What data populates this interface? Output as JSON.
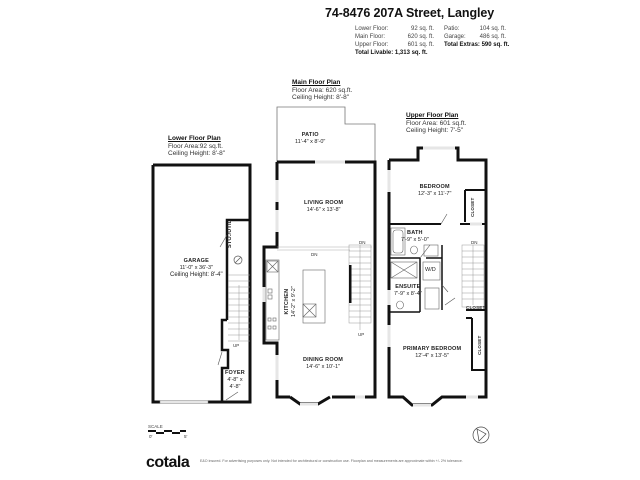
{
  "header": {
    "title": "74-8476 207A Street, Langley",
    "areas": {
      "lower_floor_label": "Lower Floor:",
      "lower_floor_value": "92 sq. ft.",
      "main_floor_label": "Main Floor:",
      "main_floor_value": "620 sq. ft.",
      "upper_floor_label": "Upper Floor:",
      "upper_floor_value": "601 sq. ft.",
      "patio_label": "Patio:",
      "patio_value": "104 sq. ft.",
      "garage_label": "Garage:",
      "garage_value": "486 sq. ft.",
      "total_extras": "Total Extras: 590 sq. ft.",
      "total_livable": "Total Livable: 1,313 sq. ft."
    }
  },
  "plans": {
    "lower": {
      "heading": "Lower Floor Plan",
      "area": "Floor Area:92 sq.ft.",
      "ceiling": "Ceiling Height: 8'-8\""
    },
    "main": {
      "heading": "Main Floor Plan",
      "area": "Floor Area: 620 sq.ft.",
      "ceiling": "Ceiling Height: 8'-8\""
    },
    "upper": {
      "heading": "Upper Floor Plan",
      "area": "Floor Area: 601 sq.ft.",
      "ceiling": "Ceiling Height: 7'-5\""
    }
  },
  "rooms": {
    "garage": {
      "name": "GARAGE",
      "dims": "11'-0\" x 36'-3\"",
      "ceiling": "Ceiling Height: 8'-4\""
    },
    "sto_util": {
      "name": "STO./UTIL"
    },
    "foyer": {
      "name": "FOYER",
      "dims1": "4'-8\" x",
      "dims2": "4'-8\""
    },
    "patio": {
      "name": "PATIO",
      "dims": "11'-4\" x 8'-0\""
    },
    "living_room": {
      "name": "LIVING ROOM",
      "dims": "14'-6\" x 13'-8\""
    },
    "kitchen": {
      "name": "KITCHEN",
      "dims": "14'-2\" x 9'-2\""
    },
    "dining_room": {
      "name": "DINING ROOM",
      "dims": "14'-6\" x 10'-1\""
    },
    "bedroom": {
      "name": "BEDROOM",
      "dims": "12'-3\" x 11'-7\""
    },
    "bath": {
      "name": "BATH",
      "dims": "7'-9\" x 5'-0\""
    },
    "wd": {
      "name": "W/D"
    },
    "ensuite": {
      "name": "ENSUITE",
      "dims": "7'-9\" x 8'-4\""
    },
    "primary_bedroom": {
      "name": "PRIMARY BEDROOM",
      "dims": "12'-4\" x 13'-5\""
    },
    "closet1": {
      "name": "CLOSET"
    },
    "closet2": {
      "name": "CLOSET"
    },
    "closet3": {
      "name": "CLOSET"
    }
  },
  "stairs": {
    "main_dn_left": "DN",
    "main_dn_right": "DN",
    "main_up": "UP",
    "lower_up": "UP",
    "upper_dn": "DN"
  },
  "scale": {
    "label": "SCALE",
    "min": "0'",
    "max": "5'"
  },
  "footer": {
    "brand": "cotala",
    "disclaimer": "E&O insured. For advertising purposes only. Not intended for architectural or construction use. Floorplan and measurements are approximate within +/- 2% tolerance."
  },
  "colors": {
    "wall": "#111111",
    "window": "#e6e6e6",
    "text": "#222222"
  }
}
